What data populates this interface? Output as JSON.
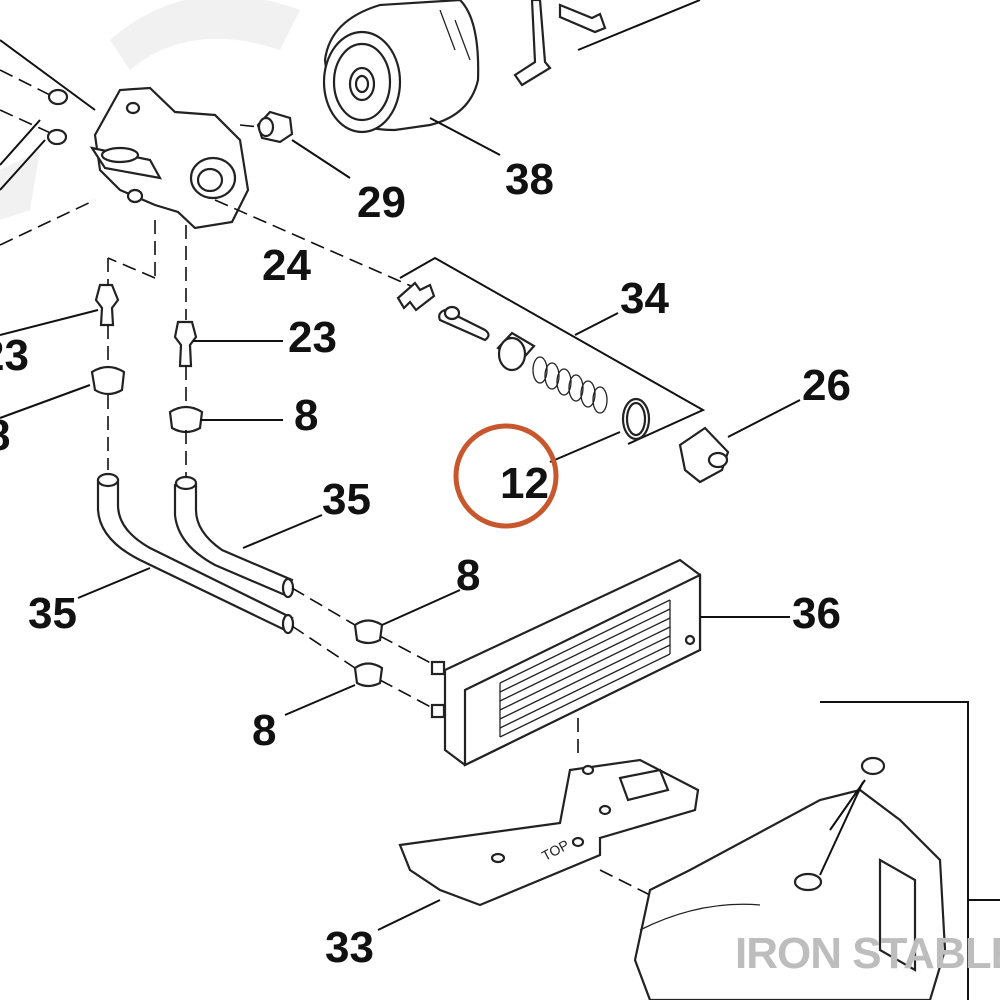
{
  "diagram": {
    "callouts": {
      "c38": "38",
      "c29": "29",
      "c24": "24",
      "c34": "34",
      "c23a": "23",
      "c23b": "23",
      "c8a": "8",
      "c8b": "8",
      "c26": "26",
      "c12": "12",
      "c35a": "35",
      "c35b": "35",
      "c8c": "8",
      "c36": "36",
      "c8d": "8",
      "c33": "33"
    },
    "highlighted_part": "12",
    "highlight_color": "#c8572e",
    "watermark": "IRON STABLE",
    "bracket_label": "TOP"
  }
}
